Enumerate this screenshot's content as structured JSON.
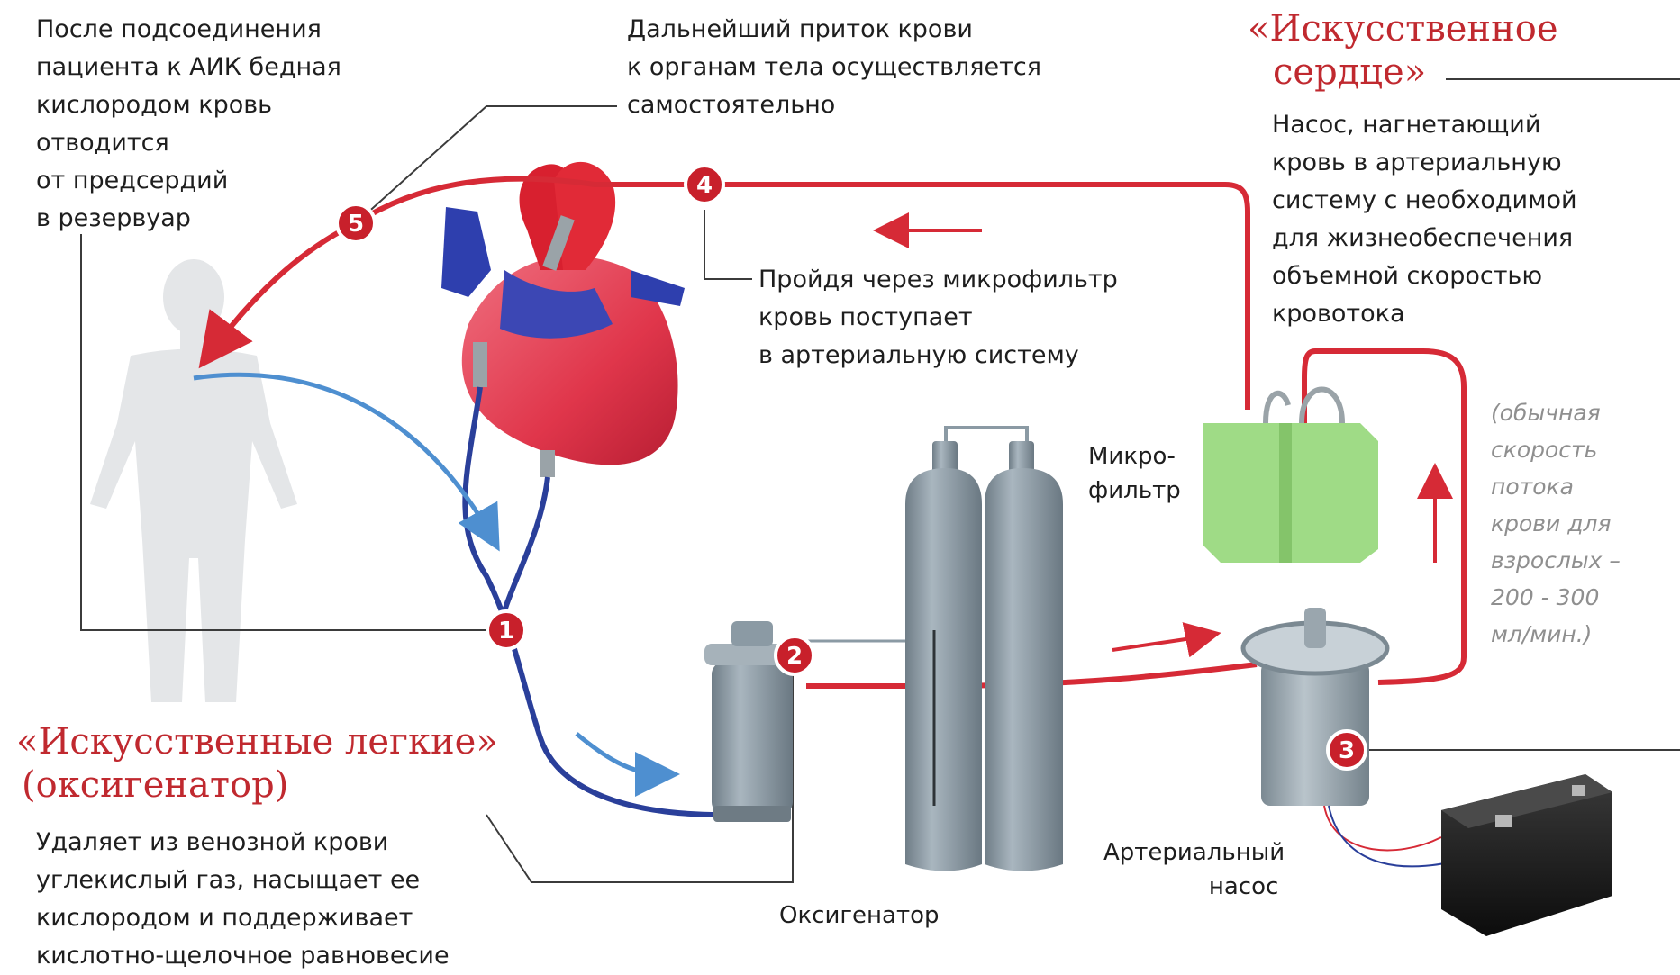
{
  "headings": {
    "lungs": [
      "«Искусственные легкие»",
      "(оксигенатор)"
    ],
    "heart": [
      "«Искусственное",
      "сердце»"
    ]
  },
  "steps": [
    {
      "number": "1",
      "text": [
        "После подсоединения",
        "пациента к АИК бедная",
        "кислородом кровь",
        "отводится",
        "от предсердий",
        "в резервуар"
      ]
    },
    {
      "number": "2",
      "text": [
        "Удаляет из венозной крови",
        "углекислый газ, насыщает ее",
        "кислородом и поддерживает",
        "кислотно-щелочное равновесие"
      ]
    },
    {
      "number": "3",
      "text": [
        "Насос, нагнетающий",
        "кровь в артериальную",
        "систему  с необходимой",
        "для жизнеобеспечения",
        "объемной скоростью",
        "кровотока"
      ]
    },
    {
      "number": "4",
      "text": [
        "Пройдя через микрофильтр",
        "кровь поступает",
        "в артериальную систему"
      ]
    },
    {
      "number": "5",
      "text": [
        "Дальнейший приток крови",
        "к органам тела осуществляется",
        "самостоятельно"
      ]
    }
  ],
  "note": [
    "(обычная",
    "скорость",
    "потока",
    "крови для",
    "взрослых –",
    "200 - 300",
    "мл/мин.)"
  ],
  "labels": {
    "microfilter": [
      "Микро-",
      "фильтр"
    ],
    "pump": [
      "Артериальный",
      "насос"
    ],
    "oxygenator": [
      "Оксигенатор"
    ]
  },
  "colors": {
    "arterial": "#d62a36",
    "venous": "#2a3f9a",
    "venous_light": "#4e8fd0",
    "accent": "#c0292f",
    "badge": "#c8202b",
    "cylinder": "#8b9aa4",
    "filter": "#9fdb86",
    "body_silhouette": "#e4e6e8"
  }
}
